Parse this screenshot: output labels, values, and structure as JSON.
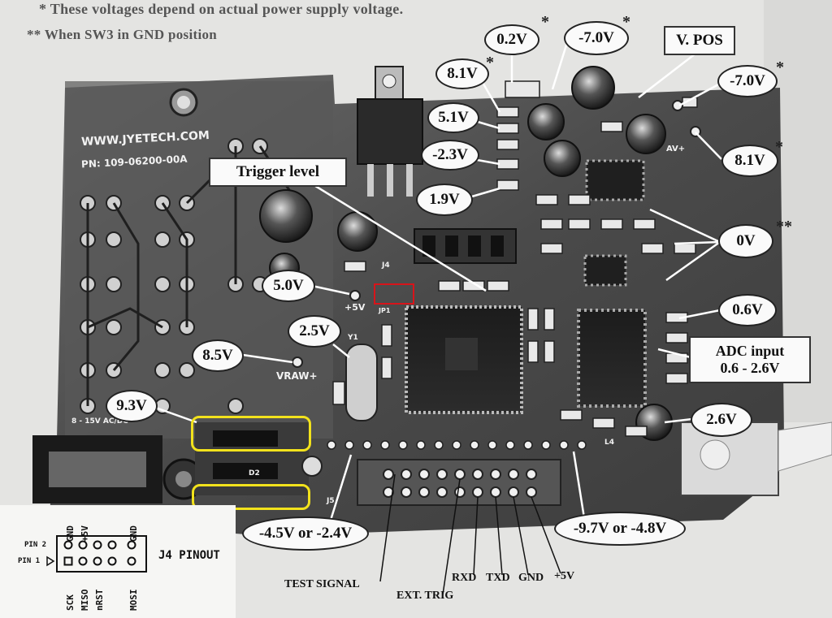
{
  "notes": {
    "note1": "* These voltages depend on actual power supply voltage.",
    "note2": "** When SW3 in GND position"
  },
  "board": {
    "silk_url": "WWW.JYETECH.COM",
    "silk_pn": "PN: 109-06200-00A",
    "silk_plus5": "+5V",
    "silk_vraw": "VRAW+",
    "silk_power": "8 - 15V AC/DC",
    "silk_jp1": "JP1",
    "silk_y1": "Y1",
    "silk_j4": "J4",
    "silk_j5": "J5",
    "silk_l4": "L4",
    "silk_d2": "D2",
    "silk_av": "AV+"
  },
  "callouts": [
    {
      "label": "0.2V",
      "star": "*"
    },
    {
      "label": "-7.0V",
      "star": "*"
    },
    {
      "label": "8.1V",
      "star": "*"
    },
    {
      "label": "5.1V",
      "star": ""
    },
    {
      "label": "-2.3V",
      "star": ""
    },
    {
      "label": "1.9V",
      "star": ""
    },
    {
      "label": "-7.0V",
      "star": "*"
    },
    {
      "label": "8.1V",
      "star": "*"
    },
    {
      "label": "0V",
      "star": "**"
    },
    {
      "label": "0.6V",
      "star": ""
    },
    {
      "label": "2.6V",
      "star": ""
    },
    {
      "label": "5.0V",
      "star": ""
    },
    {
      "label": "2.5V",
      "star": ""
    },
    {
      "label": "8.5V",
      "star": ""
    },
    {
      "label": "9.3V",
      "star": ""
    },
    {
      "label": "-4.5V or -2.4V",
      "star": ""
    },
    {
      "label": "-9.7V or -4.8V",
      "star": ""
    }
  ],
  "boxes": {
    "trigger": "Trigger level",
    "vpos": "V. POS",
    "adc_line1": "ADC input",
    "adc_line2": "0.6 - 2.6V"
  },
  "bottom_labels": {
    "test_signal": "TEST SIGNAL",
    "ext_trig": "EXT. TRIG",
    "rxd": "RXD",
    "txd": "TXD",
    "gnd": "GND",
    "plus5": "+5V"
  },
  "pinout": {
    "title": "J4 PINOUT",
    "pin2": "PIN 2",
    "pin1": "PIN 1",
    "top": [
      "GND",
      "+5V",
      "",
      "",
      "GND"
    ],
    "bottom": [
      "SCK",
      "MISO",
      "nRST",
      "",
      "MOSI"
    ]
  }
}
